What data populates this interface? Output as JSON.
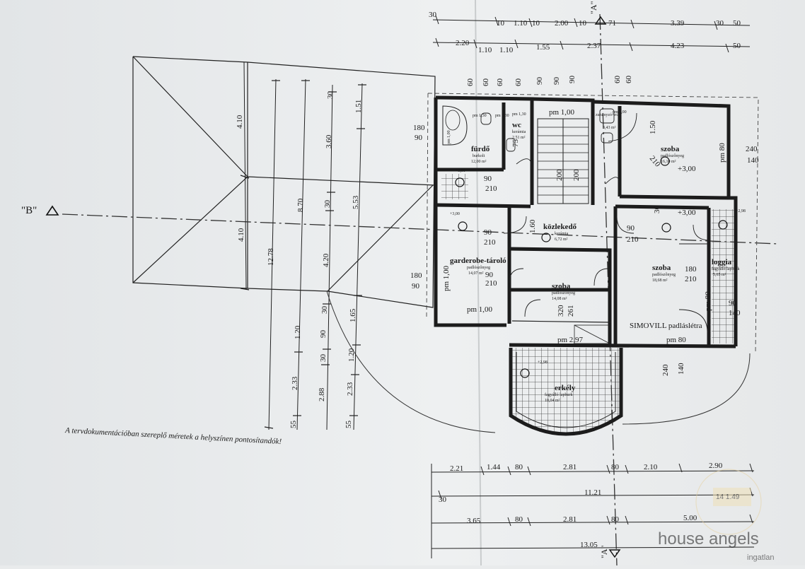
{
  "section_marks": {
    "b_left": "\"B\"",
    "a_top": "\"A\"",
    "a_bottom": "\"A\""
  },
  "note": "A tervdokumentációban szereplő méretek a helyszínen pontosítandók!",
  "top_dims_row1": [
    "30",
    "10",
    "1.10",
    "10",
    "2.00",
    "10",
    "71",
    "3.39",
    "30",
    "50"
  ],
  "top_dims_row2": [
    "2.20",
    "1.10",
    "1.10",
    "1.55",
    "2.37",
    "4.23",
    "50"
  ],
  "vertical_small": [
    "60",
    "60",
    "60",
    "90",
    "90",
    "60",
    "60",
    "60",
    "90"
  ],
  "left_dims": {
    "chain_a": [
      "4.10",
      "4.10"
    ],
    "total": "12.78",
    "chain_b": [
      "8.70",
      "1.20",
      "2.33",
      "55"
    ],
    "chain_c": [
      "30",
      "3.60",
      "30",
      "4.20",
      "30",
      "90",
      "2.88",
      "30"
    ],
    "chain_d": [
      "1.51",
      "5.53",
      "1.65",
      "1.20",
      "2.33",
      "55"
    ]
  },
  "bottom_dims_row1": [
    "2.21",
    "1.44",
    "80",
    "2.81",
    "80",
    "2.10",
    "2.90"
  ],
  "bottom_dims_row2": [
    "30",
    "11.21"
  ],
  "bottom_dims_row3": [
    "3.65",
    "80",
    "2.81",
    "80",
    "5.00"
  ],
  "bottom_dims_row4": [
    "13.05"
  ],
  "rooms": {
    "furdo": {
      "name": "fürdő",
      "sub": "burkolt",
      "area": "12,00 m²"
    },
    "wc": {
      "name": "wc",
      "sub": "kerámia",
      "area": "2,51 m²"
    },
    "kamra": {
      "name": "zuhanyzó-wc",
      "area": "3,43 m²"
    },
    "szoba1": {
      "name": "szoba",
      "sub": "padlószőnyeg",
      "area": "16,10 m²"
    },
    "kozlekedo": {
      "name": "közlekedő",
      "sub": "kerámia",
      "area": "6,72 m²"
    },
    "garderobe": {
      "name": "garderobe-tároló",
      "sub": "padlószőnyeg",
      "area": "14,07 m²"
    },
    "szoba2": {
      "name": "szoba",
      "sub": "padlószőnyeg",
      "area": "14,08 m²"
    },
    "szoba3": {
      "name": "szoba",
      "sub": "padlószőnyeg",
      "area": "18,68 m²"
    },
    "loggia": {
      "name": "loggia",
      "sub": "fagyálló lapburk",
      "area": "5,65 m²"
    },
    "erkely": {
      "name": "erkély",
      "sub": "fagyálló lapburk",
      "area": "10,04 m²"
    }
  },
  "level_marks": [
    "pm 1,00",
    "pm 1,30",
    "pm 1,30",
    "pm 1,30",
    "pm 1,00",
    "pm 1,00",
    "pm 1,00",
    "pm 2,97",
    "pm 80",
    "pm 80",
    "pm 80",
    "pm 1,00"
  ],
  "heights": [
    "+3,00",
    "+3,00",
    "+3,00",
    "+3,00",
    "+2,98",
    "+2,98"
  ],
  "door_dims": {
    "d180a": "180",
    "d90a": "90",
    "d180b": "180",
    "d90b": "90",
    "d240a": "240",
    "d140a": "140",
    "d240b": "240",
    "d140b": "140",
    "d90_210": [
      "90",
      "210"
    ],
    "d75": "75",
    "d150": "1.50",
    "d30": "30",
    "d200": [
      "200",
      "200"
    ],
    "d210": "210",
    "d160": "1.60",
    "d320": "320",
    "d261": "261"
  },
  "ladder_label": "SIMOVILL padláslétra",
  "watermark": {
    "brand": "house angels",
    "sub": "ingatlan",
    "plate": "14  1.49"
  }
}
